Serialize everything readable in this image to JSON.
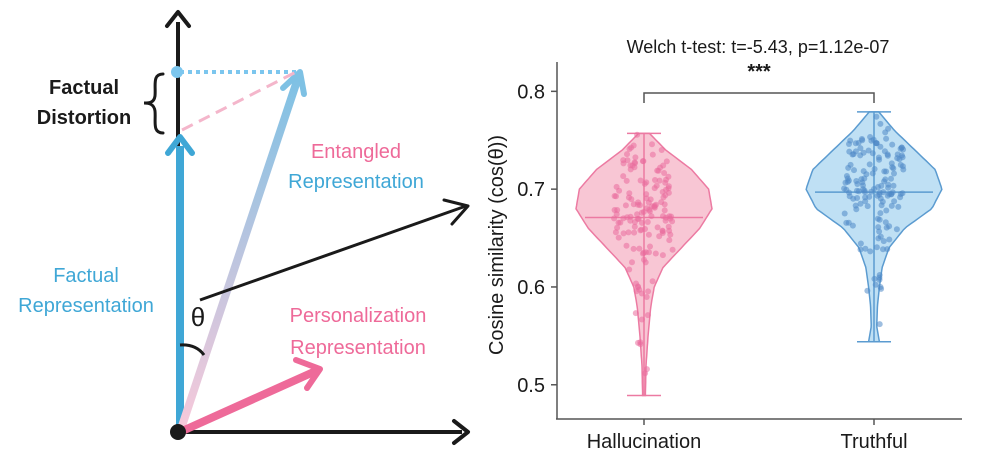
{
  "diagram": {
    "factual_distortion_label": [
      "Factual",
      "Distortion"
    ],
    "entangled_label": [
      "Entangled",
      "Representation"
    ],
    "factual_label": [
      "Factual",
      "Representation"
    ],
    "personalization_label": [
      "Personalization",
      "Representation"
    ],
    "theta_label": "θ",
    "colors": {
      "factual": "#3fa7d6",
      "personalization": "#ee6a99",
      "entangled_top": "#7ec1e4",
      "entangled_bottom": "#f9c9da",
      "axis": "#1a1a1a",
      "dot_light": "#7cc6ee",
      "pink_light": "#f4b6cb"
    }
  },
  "chart_data": {
    "type": "violin",
    "title": "Welch t-test: t=-5.43, p=1.12e-07",
    "significance": "***",
    "ylabel": "Cosine similarity (cos(θ))",
    "xlabel": "",
    "categories": [
      "Hallucination",
      "Truthful"
    ],
    "ylim": [
      0.465,
      0.83
    ],
    "yticks": [
      0.5,
      0.6,
      0.7,
      0.8
    ],
    "ytick_labels": [
      "0.5",
      "0.6",
      "0.7",
      "0.8"
    ],
    "series": [
      {
        "name": "Hallucination",
        "color": "#f6b3c6",
        "edge": "#ec7aa2",
        "point_color": "#ea6c9c",
        "min": 0.489,
        "max": 0.757,
        "median": 0.671,
        "n": 150,
        "density": [
          [
            0.489,
            0.02
          ],
          [
            0.52,
            0.03
          ],
          [
            0.55,
            0.06
          ],
          [
            0.58,
            0.1
          ],
          [
            0.6,
            0.15
          ],
          [
            0.62,
            0.28
          ],
          [
            0.64,
            0.55
          ],
          [
            0.66,
            0.82
          ],
          [
            0.68,
            1.0
          ],
          [
            0.7,
            0.95
          ],
          [
            0.72,
            0.7
          ],
          [
            0.74,
            0.32
          ],
          [
            0.757,
            0.08
          ]
        ]
      },
      {
        "name": "Truthful",
        "color": "#a9d6f0",
        "edge": "#5b9bd0",
        "point_color": "#4f88c6",
        "min": 0.544,
        "max": 0.779,
        "median": 0.697,
        "n": 150,
        "density": [
          [
            0.544,
            0.08
          ],
          [
            0.56,
            0.04
          ],
          [
            0.58,
            0.05
          ],
          [
            0.6,
            0.08
          ],
          [
            0.62,
            0.12
          ],
          [
            0.64,
            0.22
          ],
          [
            0.66,
            0.45
          ],
          [
            0.68,
            0.85
          ],
          [
            0.7,
            1.0
          ],
          [
            0.72,
            0.9
          ],
          [
            0.74,
            0.6
          ],
          [
            0.76,
            0.3
          ],
          [
            0.779,
            0.07
          ]
        ]
      }
    ],
    "spines": [
      "left",
      "bottom"
    ],
    "grid": false
  }
}
